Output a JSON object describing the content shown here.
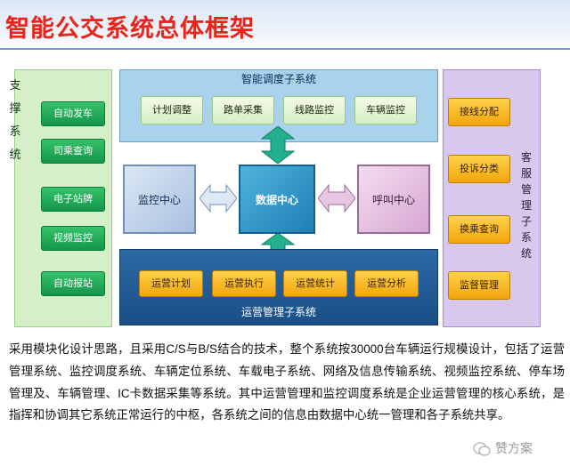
{
  "title": "智能公交系统总体框架",
  "support_system": {
    "label": "支撑系统",
    "items": [
      "自动发车",
      "司乘查询",
      "电子站牌",
      "视频监控",
      "自动报站"
    ]
  },
  "dispatch_subsystem": {
    "title": "智能调度子系统",
    "items": [
      "计划调整",
      "路单采集",
      "线路监控",
      "车辆监控"
    ]
  },
  "centers": {
    "monitor": "监控中心",
    "data": "数据中心",
    "call": "呼叫中心"
  },
  "operations_subsystem": {
    "title": "运营管理子系统",
    "items": [
      "运营计划",
      "运营执行",
      "运营统计",
      "运营分析"
    ]
  },
  "customer_service_subsystem": {
    "label": "客服管理子系统",
    "items": [
      "接线分配",
      "投诉分类",
      "换乘查询",
      "监督管理"
    ]
  },
  "description": "采用模块化设计思路，且采用C/S与B/S结合的技术，整个系统按30000台车辆运行规模设计，包括了运营管理系统、监控调度系统、车辆定位系统、车载电子系统、网络及信息传输系统、视频监控系统、停车场管理及、车辆管理、IC卡数据采集等系统。其中运营管理和监控调度系统是企业运营管理的核心系统，是指挥和协调其它系统正常运行的中枢，各系统之间的信息由数据中心统一管理和各子系统共享。",
  "watermark": "赞方案",
  "colors": {
    "title": "#e8241d",
    "support_panel": "#d5f0c8",
    "dispatch_panel": "#a9d3ec",
    "operations_panel": "#1a4f86",
    "customer_panel": "#d9c8ee",
    "arrow_teal": "#22b08f"
  }
}
